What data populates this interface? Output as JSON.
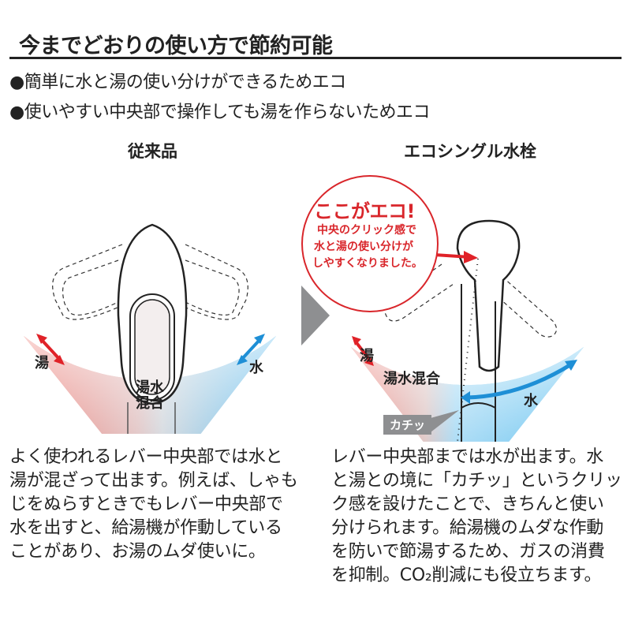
{
  "header": {
    "title": "今までどおりの使い方で節約可能",
    "bullets": [
      "●簡単に水と湯の使い分けができるためエコ",
      "●使いやすい中央部で操作しても湯を作らないためエコ"
    ]
  },
  "left_panel": {
    "heading": "従来品",
    "labels": {
      "hot": "湯",
      "cold": "水",
      "mix_line1": "湯水",
      "mix_line2": "混合"
    },
    "description": [
      "よく使われるレバー中央部では水と",
      "湯が混ざって出ます。例えば、しゃも",
      "じをぬらすときでもレバー中央部で",
      "水を出すと、給湯機が作動している",
      "ことがあり、お湯のムダ使いに。"
    ]
  },
  "right_panel": {
    "heading": "エコシングル水栓",
    "callout": {
      "title": "ここがエコ!",
      "lines": [
        "中央のクリック感で",
        "水と湯の使い分けが",
        "しやすくなりました。"
      ]
    },
    "labels": {
      "hot": "湯",
      "mix": "湯水混合",
      "cold": "水",
      "click": "カチッ"
    },
    "description": [
      "レバー中央部までは水が出ます。水",
      "と湯との境に「カチッ」というクリッ",
      "ク感を設けたことで、きちんと使い",
      "分けられます。給湯機のムダな作動",
      "を防いで節湯するため、ガスの消費",
      "を抑制。CO₂削減にも役立ちます。"
    ]
  },
  "colors": {
    "hot": "#e8413a",
    "cold": "#1e9fe0",
    "callout_red": "#d9262b",
    "arrow_gray": "#8e8f91",
    "text": "#222222"
  }
}
